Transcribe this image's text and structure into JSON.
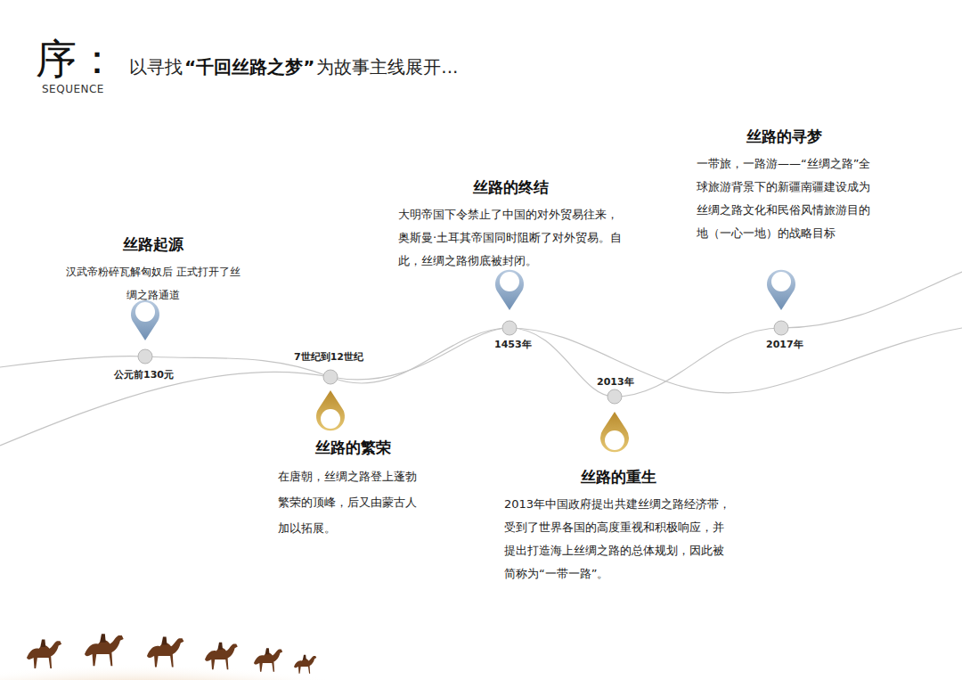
{
  "diagram": {
    "title": "序：",
    "nodes": [
      {
        "text": [
          "丝路起源",
          "汉武帝粉碎瓦解匈奴后 正式打开了丝绸之路通道"
        ]
      },
      {
        "text": [
          "丝路的繁荣",
          "在唐朝，丝绸之路登上蓬勃繁荣的顶峰，后又由蒙古人加以拓展。"
        ]
      },
      {
        "text": [
          "丝路的终结",
          "大明帝国下令禁止了中国的对外贸易往来，奥斯曼·土耳其帝国同时阻断了对外贸易。自此，丝绸之路彻底被封闭。"
        ]
      },
      {
        "text": [
          "丝路的重生",
          "2013年中国政府提出共建丝绸之路经济带，受到了世界各国的高度重视和积极响应，并提出打造海上丝绸之路的总体规划，因此被简称为“一带一路”。"
        ]
      },
      {
        "text": [
          "丝路的寻梦",
          "一带旅，一路游——“丝绸之路”全球旅游背景下的新疆南疆建设成为丝绸之路文化和民俗风情旅游目的地（一心一地）的战略目标"
        ]
      }
    ],
    "labels": [
      "SEQUENCE",
      "以寻找",
      "“千回丝路之梦”",
      "为故事主线展开...",
      "公元前130元",
      "7世纪到12世纪",
      "1453年",
      "2013年",
      "2017年"
    ]
  }
}
